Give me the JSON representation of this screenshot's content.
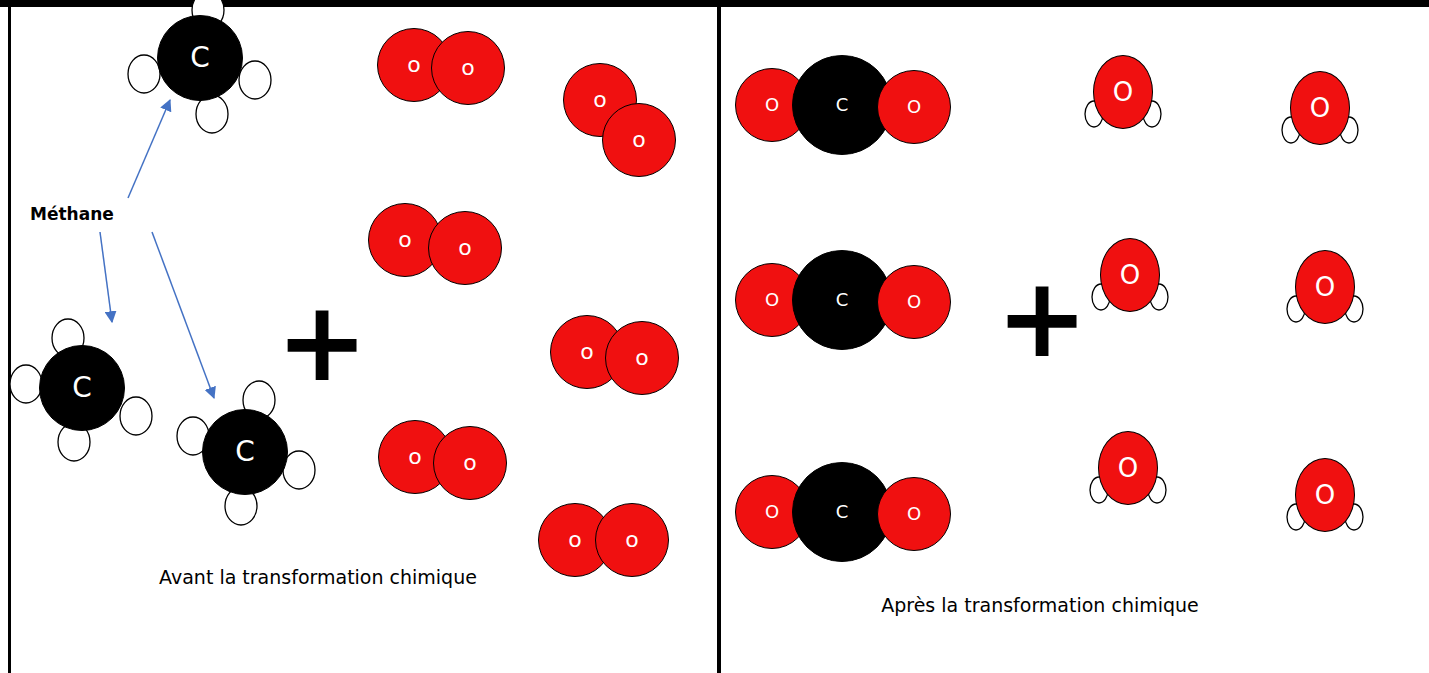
{
  "diagram": {
    "nodes": [
      {
        "text": [
          "Avant la transformation chimique"
        ]
      },
      {
        "text": [
          "C"
        ],
        "in": 0
      },
      {
        "text": [
          "C"
        ],
        "in": 0
      },
      {
        "text": [
          "C"
        ],
        "in": 0
      },
      {
        "text": [
          "o"
        ],
        "in": 0
      },
      {
        "text": [
          "o"
        ],
        "in": 0
      },
      {
        "text": [
          "o"
        ],
        "in": 0
      },
      {
        "text": [
          "o"
        ],
        "in": 0
      },
      {
        "text": [
          "o"
        ],
        "in": 0
      },
      {
        "text": [
          "o"
        ],
        "in": 0
      },
      {
        "text": [
          "o"
        ],
        "in": 0
      },
      {
        "text": [
          "o"
        ],
        "in": 0
      },
      {
        "text": [
          "o"
        ],
        "in": 0
      },
      {
        "text": [
          "o"
        ],
        "in": 0
      },
      {
        "text": [
          "o"
        ],
        "in": 0
      },
      {
        "text": [
          "o"
        ],
        "in": 0
      },
      {
        "text": [
          "Après la transformation chimique"
        ]
      },
      {
        "text": [
          "O"
        ],
        "in": 16
      },
      {
        "text": [
          "C"
        ],
        "in": 16
      },
      {
        "text": [
          "O"
        ],
        "in": 16
      },
      {
        "text": [
          "O"
        ],
        "in": 16
      },
      {
        "text": [
          "C"
        ],
        "in": 16
      },
      {
        "text": [
          "O"
        ],
        "in": 16
      },
      {
        "text": [
          "O"
        ],
        "in": 16
      },
      {
        "text": [
          "C"
        ],
        "in": 16
      },
      {
        "text": [
          "O"
        ],
        "in": 16
      },
      {
        "text": [
          "O"
        ],
        "in": 16
      },
      {
        "text": [
          "O"
        ],
        "in": 16
      },
      {
        "text": [
          "O"
        ],
        "in": 16
      },
      {
        "text": [
          "O"
        ],
        "in": 16
      },
      {
        "text": [
          "O"
        ],
        "in": 16
      },
      {
        "text": [
          "O"
        ],
        "in": 16
      }
    ],
    "labels": [
      "Méthane",
      "+",
      "+"
    ]
  }
}
